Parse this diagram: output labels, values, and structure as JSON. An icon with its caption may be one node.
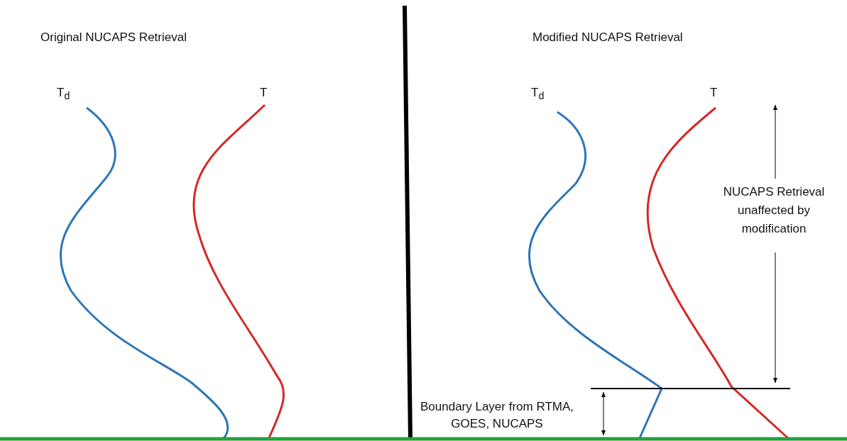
{
  "diagram": {
    "labels": [
      "Original NUCAPS Retrieval",
      "T$_{d}$",
      "T",
      "Modified NUCAPS Retrieval",
      "T$_{d}$",
      "T",
      "NUCAPS Retrieval unaffected by modification",
      "Boundary Layer from RTMA, GOES, NUCAPS"
    ]
  }
}
